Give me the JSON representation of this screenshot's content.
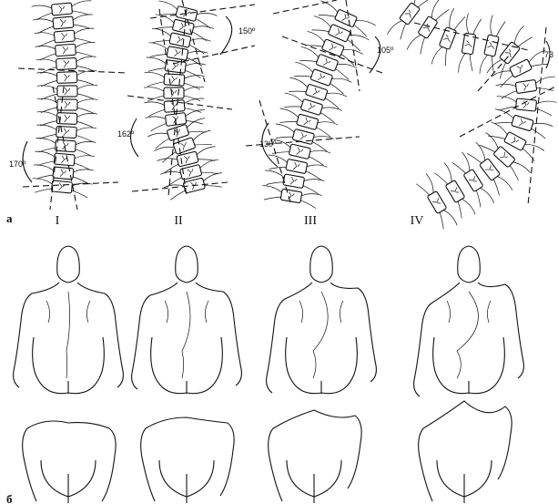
{
  "part_labels": {
    "a": "а",
    "b": "б"
  },
  "stages": [
    {
      "numeral": "I",
      "angle": "170º"
    },
    {
      "numeral": "II",
      "angle": "162º",
      "angle2": "150º"
    },
    {
      "numeral": "III",
      "angle": "130º",
      "angle2": "105º"
    },
    {
      "numeral": "IV",
      "angle": "73"
    }
  ]
}
